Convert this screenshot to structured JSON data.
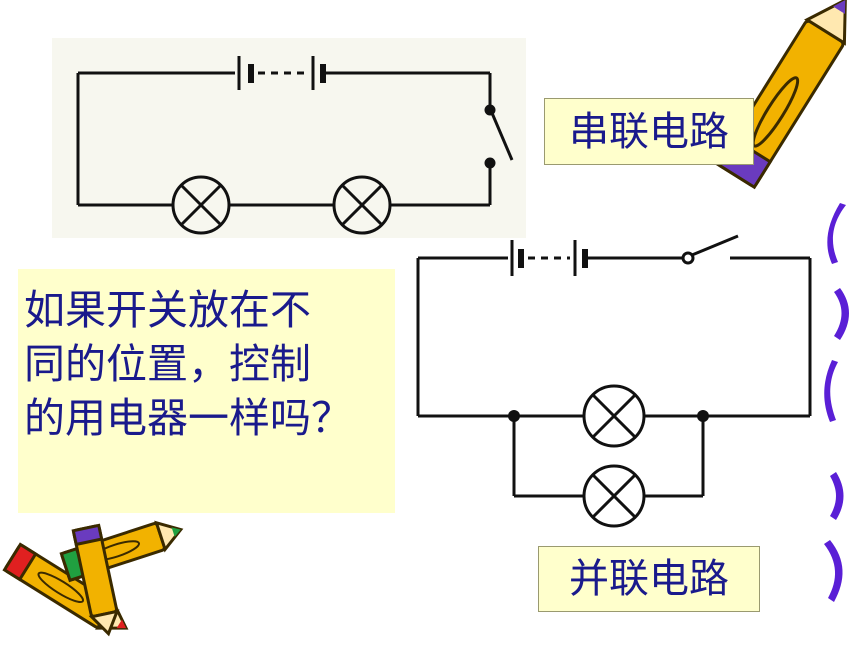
{
  "labels": {
    "series_circuit": "串联电路",
    "parallel_circuit": "并联电路"
  },
  "question": {
    "lines": [
      "如果开关放在不",
      "同的位置，控制",
      "的用电器一样吗？"
    ]
  },
  "colors": {
    "label_background": "#ffffcc",
    "label_text": "#1a1a8c",
    "wire": "#111111",
    "pencil_body": "#f2b200",
    "pencil_outline": "#3a2a00",
    "pencil_tip": "#6a3bbf",
    "decor_purple": "#5a1fd6"
  }
}
